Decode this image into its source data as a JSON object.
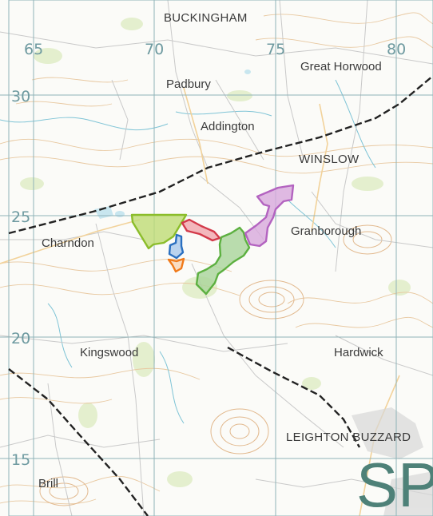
{
  "grid": {
    "eastings": [
      "65",
      "70",
      "75",
      "80"
    ],
    "northings": [
      "30",
      "25",
      "20",
      "15"
    ]
  },
  "places": {
    "buckingham": "BUCKINGHAM",
    "padbury": "Padbury",
    "great_horwood": "Great Horwood",
    "addington": "Addington",
    "winslow": "WINSLOW",
    "granborough": "Granborough",
    "charndon": "Charndon",
    "kingswood": "Kingswood",
    "hardwick": "Hardwick",
    "leighton_buzzard": "LEIGHTON BUZZARD",
    "brill": "Brill"
  },
  "sheet_code": "SP",
  "colors": {
    "grid": "#8fb3b8",
    "grid_label": "#6e9aa0",
    "sheet_code": "#4e8178",
    "railway": "#222222",
    "contour": "#e8c8a0",
    "zone_lime": "#8bbd2a",
    "zone_red": "#d33a4a",
    "zone_blue": "#2a6fc0",
    "zone_orange": "#f07a1a",
    "zone_green": "#5cb040",
    "zone_purple": "#b363c0"
  }
}
